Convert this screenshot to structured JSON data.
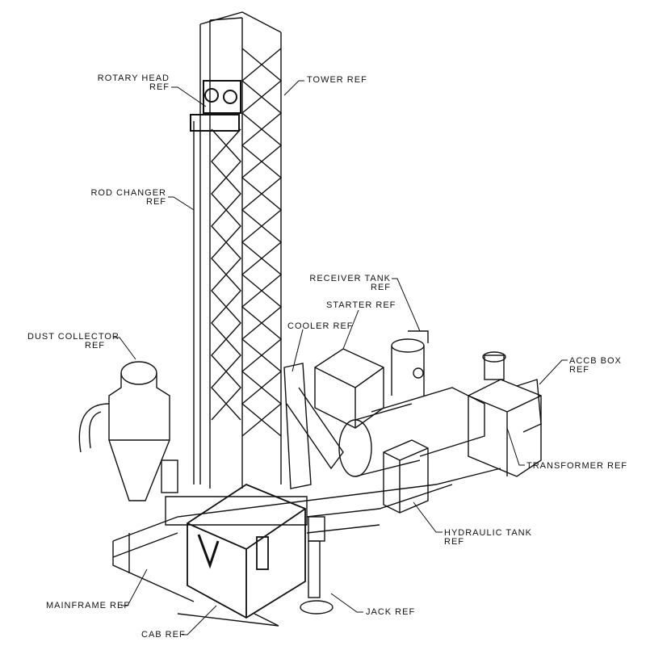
{
  "labels": {
    "rotary_head": [
      "ROTARY HEAD",
      "REF"
    ],
    "tower": "TOWER REF",
    "rod_changer": [
      "ROD CHANGER",
      "REF"
    ],
    "receiver_tank": [
      "RECEIVER TANK",
      "REF"
    ],
    "starter": "STARTER REF",
    "cooler": "COOLER REF",
    "dust_collector": [
      "DUST COLLECTOR",
      "REF"
    ],
    "accb_box": [
      "ACCB BOX",
      "REF"
    ],
    "transformer": "TRANSFORMER REF",
    "hydraulic_tank": [
      "HYDRAULIC TANK",
      "REF"
    ],
    "mainframe": "MAINFRAME REF",
    "jack": "JACK REF",
    "cab": "CAB REF"
  }
}
